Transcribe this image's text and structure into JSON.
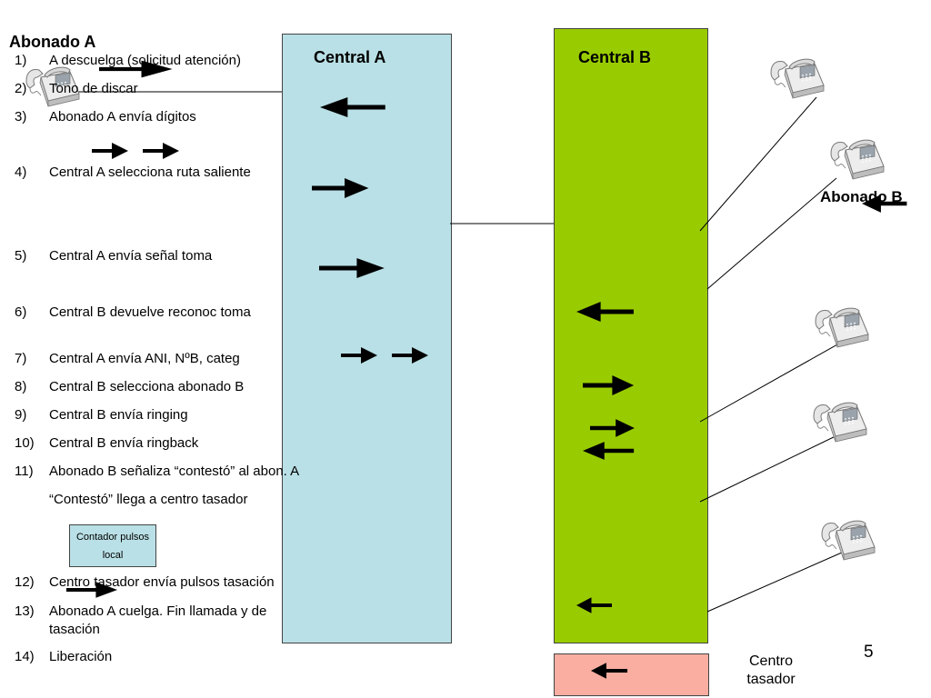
{
  "abonado_a_label": "Abonado A",
  "abonado_b_label": "Abonado B",
  "central_a_label": "Central  A",
  "central_b_label": "Central  B",
  "centro_tasador_label_1": "Centro",
  "centro_tasador_label_2": "tasador",
  "contador_line_1": "Contador pulsos",
  "contador_line_2": "local",
  "page_number": "5",
  "steps": [
    {
      "num": "1)",
      "text": "A descuelga  (solicitud atención)"
    },
    {
      "num": "2)",
      "text": "Tono de discar"
    },
    {
      "num": "3)",
      "text": "Abonado A envía dígitos"
    },
    {
      "num": "4)",
      "text": "Central A selecciona ruta saliente"
    },
    {
      "num": "5)",
      "text": "Central A envía señal toma"
    },
    {
      "num": "6)",
      "text": "Central B devuelve reconoc toma"
    },
    {
      "num": "7)",
      "text": "Central A envía  ANI,  NºB, categ"
    },
    {
      "num": "8)",
      "text": "Central B selecciona abonado B"
    },
    {
      "num": "9)",
      "text": "Central B envía ringing"
    },
    {
      "num": "10)",
      "text": "Central B envía ringback"
    },
    {
      "num": "11)",
      "text": "Abonado B señaliza “contestó” al abon. A"
    },
    {
      "num": "12)",
      "text": "Centro tasador envía pulsos tasación"
    },
    {
      "num": "13)",
      "text": "Abonado A cuelga. Fin llamada y de tasación"
    },
    {
      "num": "14)",
      "text": "Liberación"
    }
  ],
  "step_11_continuation": "“Contestó” llega a centro tasador",
  "colors": {
    "central_a_fill": "#b9e0e6",
    "central_b_fill": "#99cc00",
    "centro_tasador_fill": "#f9aea1"
  },
  "icons": [
    "telephone-icon",
    "arrow-right-icon",
    "arrow-left-icon"
  ]
}
